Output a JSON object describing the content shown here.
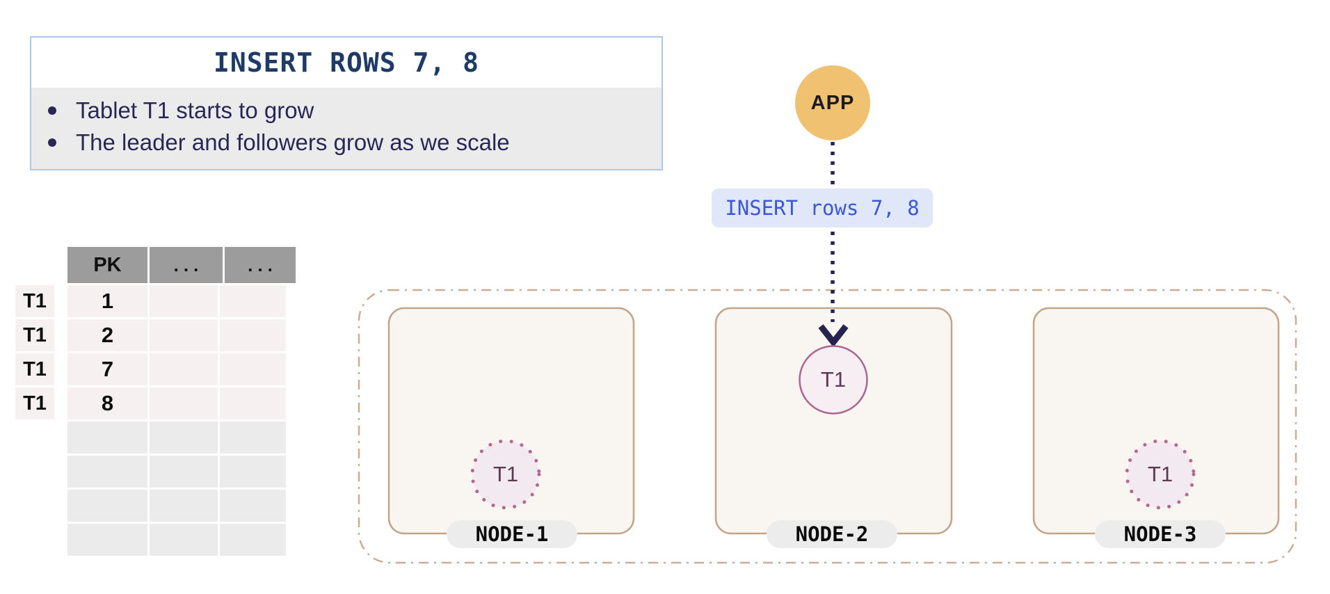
{
  "callout": {
    "title": "INSERT ROWS 7, 8",
    "bullets": [
      "Tablet T1 starts to grow",
      "The leader and followers grow as we scale"
    ]
  },
  "table": {
    "headers": [
      "PK",
      "...",
      "..."
    ],
    "rows": [
      {
        "label": "T1",
        "pk": "1",
        "marked": false
      },
      {
        "label": "T1",
        "pk": "2",
        "marked": false
      },
      {
        "label": "T1",
        "pk": "7",
        "marked": true
      },
      {
        "label": "T1",
        "pk": "8",
        "marked": true
      },
      {
        "label": "",
        "pk": "",
        "marked": false
      },
      {
        "label": "",
        "pk": "",
        "marked": false
      },
      {
        "label": "",
        "pk": "",
        "marked": false
      },
      {
        "label": "",
        "pk": "",
        "marked": false
      }
    ]
  },
  "app": {
    "label": "APP"
  },
  "request": {
    "label": "INSERT rows 7, 8"
  },
  "cluster": {
    "nodes": [
      {
        "name": "NODE-1",
        "tablet": "T1",
        "role": "follower"
      },
      {
        "name": "NODE-2",
        "tablet": "T1",
        "role": "leader"
      },
      {
        "name": "NODE-3",
        "tablet": "T1",
        "role": "follower"
      }
    ]
  },
  "colors": {
    "callout_border": "#afc8e8",
    "callout_title": "#1d3b66",
    "bullet_text": "#2a2757",
    "table_header_bg": "#9c9c9c",
    "table_row_pink": "#f7f0f1",
    "table_row_gray": "#ebebeb",
    "row_marker": "#060606",
    "app_circle": "#f1c172",
    "request_pill_bg": "#e0e7f9",
    "request_text": "#3a57d7",
    "arrow": "#262350",
    "cluster_border": "#c9ad92",
    "node_fill": "#f9f6f2",
    "node_border": "#c2a488",
    "tablet_fill": "#f2eaf0",
    "tablet_border": "#b4688f",
    "tablet_text": "#5c3952",
    "node_pill_bg": "#ececec"
  }
}
